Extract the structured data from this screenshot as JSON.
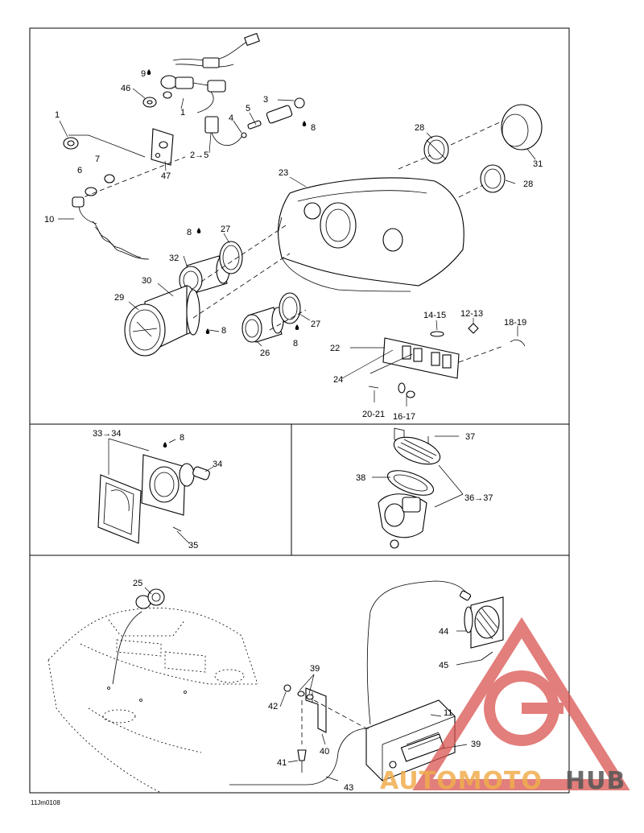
{
  "diagram_code": "11Jm0108",
  "watermark": {
    "text_part1": "AUTOMOTO",
    "text_part2": "HUB",
    "color_red": "#d9534f",
    "color_orange": "#f0ad4e",
    "color_grey": "#555555"
  },
  "labels": {
    "p1": "1",
    "p1b": "1",
    "p2to5": "2→5",
    "p3": "3",
    "p4": "4",
    "p5": "5",
    "p6": "6",
    "p7": "7",
    "p8a": "8",
    "p8b": "8",
    "p8c": "8",
    "p8d": "8",
    "p8e": "8",
    "p9": "9",
    "p10": "10",
    "p12_13": "12-13",
    "p14_15": "14-15",
    "p16_17": "16-17",
    "p18_19": "18-19",
    "p20_21": "20-21",
    "p22": "22",
    "p23": "23",
    "p24": "24",
    "p25": "25",
    "p26": "26",
    "p27a": "27",
    "p27b": "27",
    "p28a": "28",
    "p28b": "28",
    "p29": "29",
    "p30": "30",
    "p31": "31",
    "p32": "32",
    "p33to34": "33→34",
    "p34": "34",
    "p35": "35",
    "p36to37": "36→37",
    "p37": "37",
    "p38": "38",
    "p39a": "39",
    "p39b": "39",
    "p40": "40",
    "p41": "41",
    "p42": "42",
    "p43": "43",
    "p44": "44",
    "p45": "45",
    "p46": "46",
    "p47": "47",
    "p11": "11"
  }
}
